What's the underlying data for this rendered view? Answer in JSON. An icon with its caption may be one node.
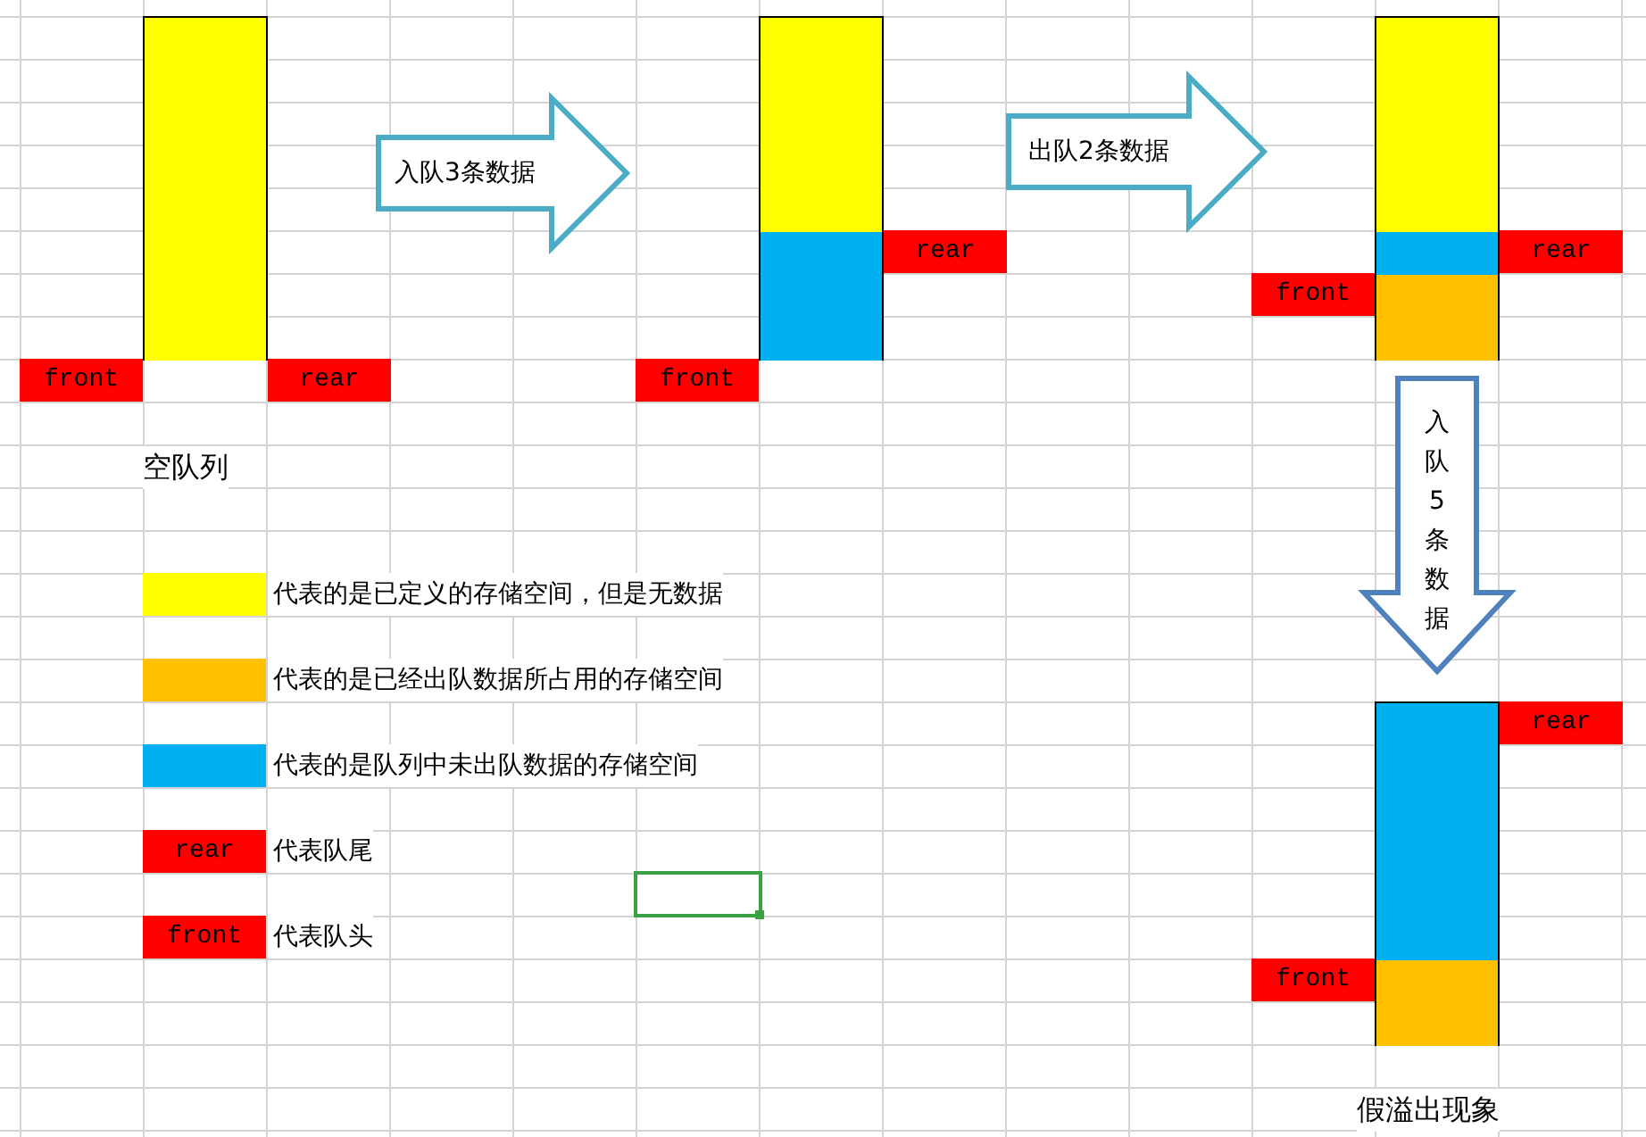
{
  "diagram": {
    "nodes": [
      {
        "text": [],
        "shape": "bar"
      },
      {
        "text": [
          "front"
        ]
      },
      {
        "text": [
          "rear"
        ]
      },
      {
        "text": [],
        "shape": "bar"
      },
      {
        "text": [
          "rear"
        ]
      },
      {
        "text": [
          "front"
        ]
      },
      {
        "text": [],
        "shape": "bar"
      },
      {
        "text": [
          "rear"
        ]
      },
      {
        "text": [
          "front"
        ]
      },
      {
        "text": [],
        "shape": "bar",
        "beside": [
          "假溢出现象"
        ]
      },
      {
        "text": [
          "rear"
        ]
      },
      {
        "text": [
          "front"
        ]
      }
    ],
    "edges": [
      {
        "from": 0,
        "to": 3,
        "arrow": "to",
        "label": "入队3条数据"
      },
      {
        "from": 3,
        "to": 6,
        "arrow": "to",
        "label": "出队2条数据"
      },
      {
        "from": 6,
        "to": 9,
        "arrow": "to",
        "label": "入队5条数据",
        "color": "#4f81bd"
      }
    ],
    "labels": [
      "空队列",
      "rear",
      "front"
    ],
    "legend": [
      {
        "text": "代表的是已定义的存储空间，但是无数据",
        "color": "#ffff00"
      },
      {
        "text": "代表的是已经出队数据所占用的存储空间",
        "color": "#ffc000"
      },
      {
        "text": "代表的是队列中未出队数据的存储空间",
        "color": "#00b0f0"
      },
      {
        "text": "代表队尾",
        "color": "#ff0000"
      },
      {
        "text": "代表队头",
        "color": "#ff0000"
      }
    ]
  }
}
